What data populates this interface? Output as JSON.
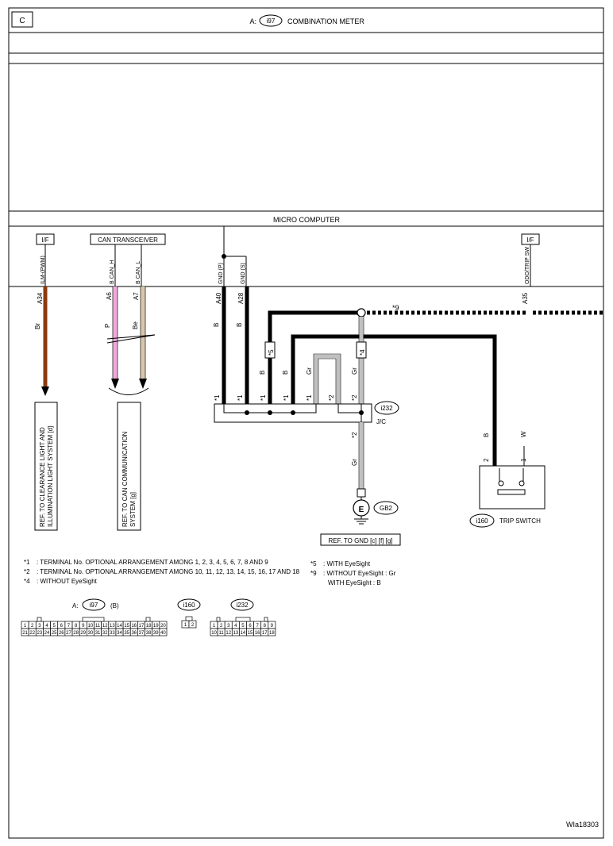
{
  "page_letter": "C",
  "header": {
    "prefix": "A:",
    "connector": "i97",
    "title": "COMBINATION METER"
  },
  "micro_computer": "MICRO COMPUTER",
  "blocks": {
    "if_left": "I/F",
    "can_transceiver": "CAN TRANSCEIVER",
    "if_right": "I/F"
  },
  "signals": {
    "ilm": "ILM-(PWM)",
    "can_h": "B CAN_H",
    "can_l": "B CAN_L",
    "gnd_p": "GND (P)",
    "gnd_s": "GND (S)",
    "odo": "ODO/TRIP SW"
  },
  "pins": {
    "a34": "A34",
    "a6": "A6",
    "a7": "A7",
    "a40": "A40",
    "a28": "A28",
    "a35": "A35"
  },
  "wire_colors": {
    "br": "Br",
    "p": "P",
    "be": "Be",
    "b": "B",
    "gr": "Gr",
    "w": "W"
  },
  "marks": {
    "m1": "*1",
    "m2": "*2",
    "m4": "*4",
    "m5": "*5",
    "m9": "*9"
  },
  "refs": {
    "clearance_line1": "REF. TO CLEARANCE LIGHT AND",
    "clearance_line2": "ILLUMINATION LIGHT SYSTEM [d]",
    "can_line1": "REF. TO CAN COMMUNICATION",
    "can_line2": "SYSTEM [g]",
    "gnd": "REF. TO GND [c] [f] [g]"
  },
  "jc": {
    "connector": "i232",
    "label": "J/C"
  },
  "ground": {
    "symbol": "E",
    "connector": "GB2"
  },
  "trip_switch": {
    "connector": "i160",
    "label": "TRIP SWITCH",
    "pin2": "2",
    "pin1": "1"
  },
  "notes": {
    "n1_mark": "*1",
    "n1": ": TERMINAL No. OPTIONAL ARRANGEMENT AMONG 1, 2, 3, 4, 5, 6, 7, 8 AND 9",
    "n2_mark": "*2",
    "n2": ": TERMINAL No. OPTIONAL ARRANGEMENT AMONG 10, 11, 12, 13, 14, 15, 16, 17 AND 18",
    "n4_mark": "*4",
    "n4": ": WITHOUT EyeSight",
    "n5_mark": "*5",
    "n5": ": WITH EyeSight",
    "n9_mark": "*9",
    "n9a": ": WITHOUT EyeSight  : Gr",
    "n9b": "WITH EyeSight  : B"
  },
  "connector_views": {
    "i97_prefix": "A:",
    "i97": "i97",
    "i97_suffix": "(B)",
    "i97_row1": [
      "1",
      "2",
      "3",
      "4",
      "5",
      "6",
      "7",
      "8",
      "9",
      "10",
      "11",
      "12",
      "13",
      "14",
      "15",
      "16",
      "17",
      "18",
      "19",
      "20"
    ],
    "i97_row2": [
      "21",
      "22",
      "23",
      "24",
      "25",
      "26",
      "27",
      "28",
      "29",
      "30",
      "31",
      "32",
      "33",
      "34",
      "35",
      "36",
      "37",
      "38",
      "39",
      "40"
    ],
    "i160": "i160",
    "i160_pins": [
      "1",
      "2"
    ],
    "i232": "i232",
    "i232_row1": [
      "1",
      "2",
      "3",
      "4",
      "5",
      "6",
      "7",
      "8",
      "9"
    ],
    "i232_row2": [
      "10",
      "11",
      "12",
      "13",
      "14",
      "15",
      "16",
      "17",
      "18"
    ]
  },
  "code": "WIa18303"
}
